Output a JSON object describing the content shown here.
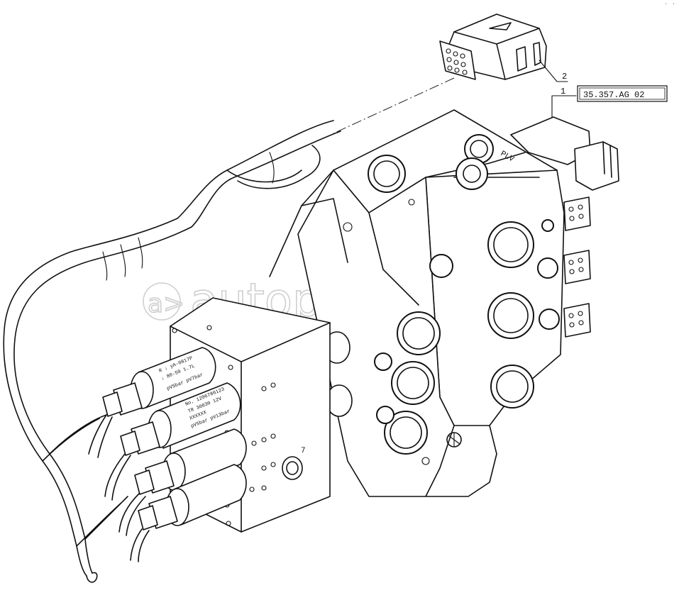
{
  "diagram": {
    "reference_code": "35.357.AG 02",
    "callouts": [
      "2",
      "1"
    ],
    "body_marking": "PLV",
    "port_marking": "7",
    "watermark_text": "autopiter.ru",
    "watermark_badge": "a>",
    "corner_mark": "· ·",
    "solenoid_labels": [
      [
        "R ↓ yA-0817P",
        "↓ 80-50 1.7L",
        "pVSbar pV7bar"
      ],
      [
        "No. 1206786123",
        "TR 30030 12V",
        "XXXXXX",
        "pV5bar pV13bar"
      ]
    ],
    "colors": {
      "line": "#111111",
      "background": "#ffffff",
      "watermark": "#cfcfcf"
    }
  }
}
